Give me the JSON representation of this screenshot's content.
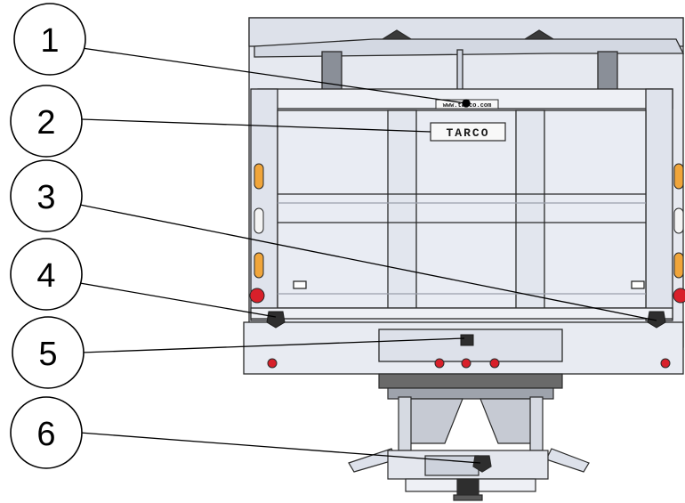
{
  "diagram": {
    "callouts": [
      {
        "label": "1",
        "points_to": "url-plate"
      },
      {
        "label": "2",
        "points_to": "brand-plate"
      },
      {
        "label": "3",
        "points_to": "right-tie-down"
      },
      {
        "label": "4",
        "points_to": "left-tie-down"
      },
      {
        "label": "5",
        "points_to": "center-connector"
      },
      {
        "label": "6",
        "points_to": "spreader-tie-down"
      }
    ],
    "brand_plate_text": "TARCO",
    "url_plate_text": "www.tarco.com",
    "colors": {
      "body": "#e6e9f0",
      "body_shade": "#cfd4df",
      "outline": "#2a2a2a",
      "amber_light": "#f0a53a",
      "red_light": "#d8202a",
      "clear_light": "#f4f4f4",
      "dark_part": "#5a5a5a",
      "plate_bg": "#f8f8f8"
    }
  }
}
